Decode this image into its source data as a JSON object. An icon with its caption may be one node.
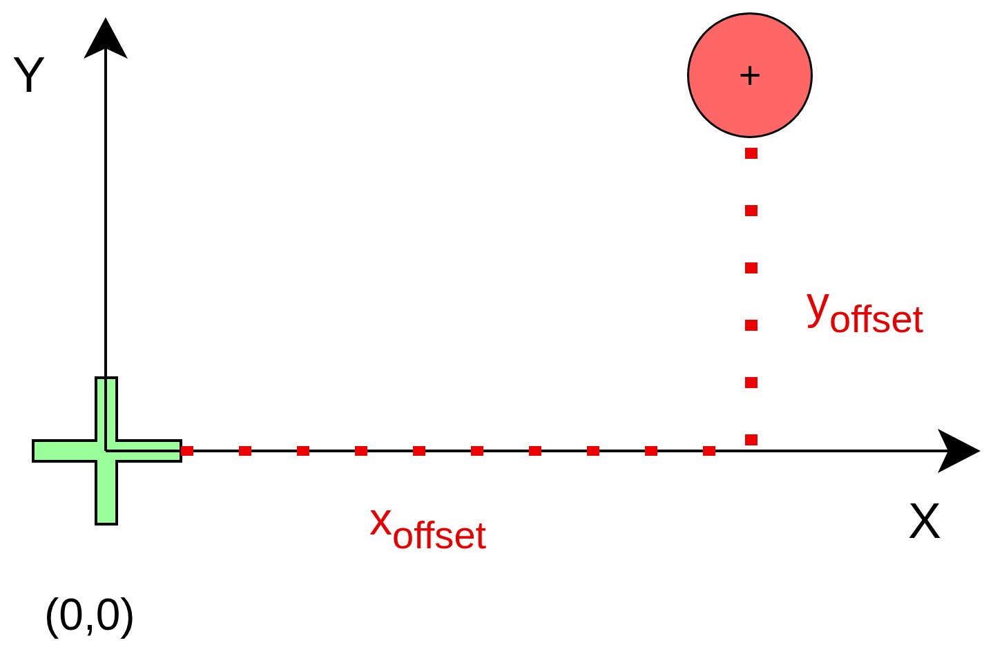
{
  "diagram": {
    "nodes": [
      {
        "text": [
          "+"
        ]
      },
      {
        "text": [],
        "shape": "cross"
      }
    ],
    "labels": [
      "Y",
      "y$_{offset}$",
      "x$_{offset}$",
      "X",
      "(0,0)"
    ]
  }
}
